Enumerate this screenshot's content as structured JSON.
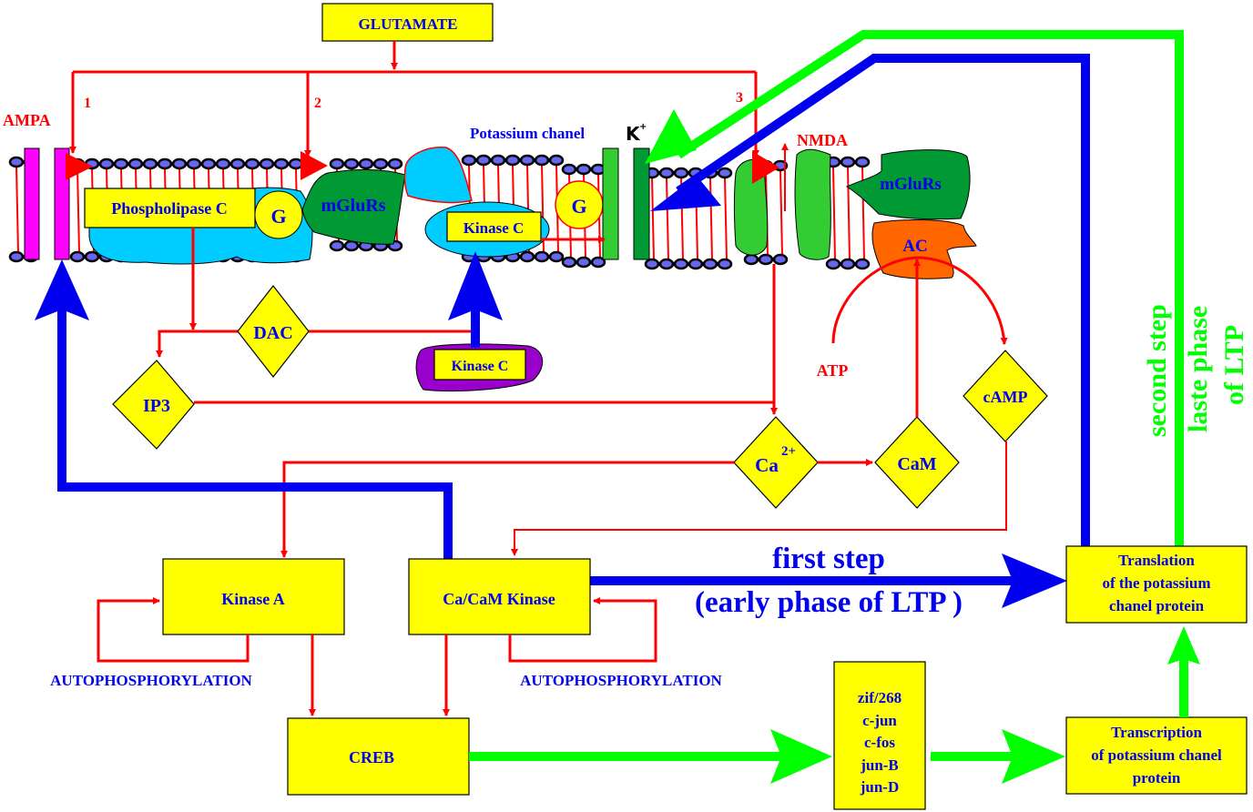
{
  "title": "Glutamate signaling and LTP pathway",
  "nodes": {
    "glutamate": "GLUTAMATE",
    "ampa": "AMPA",
    "nmda": "NMDA",
    "potassium_channel": "Potassium chanel",
    "k_ion": "K",
    "k_charge": "+",
    "phospholipase_c": "Phospholipase C",
    "g_protein": "G",
    "mglurs": "mGluRs",
    "kinase_c_membrane": "Kinase C",
    "kinase_c_cytosol": "Kinase C",
    "ac": "AC",
    "dac": "DAC",
    "ip3": "IP3",
    "ca": "Ca",
    "ca_charge": "2+",
    "cam": "CaM",
    "camp": "cAMP",
    "atp": "ATP",
    "kinase_a": "Kinase A",
    "cacam_kinase": "Ca/CaM Kinase",
    "autophos_1": "AUTOPHOSPHORYLATION",
    "autophos_2": "AUTOPHOSPHORYLATION",
    "creb": "CREB",
    "genes": [
      "zif/268",
      "c-jun",
      "c-fos",
      "jun-B",
      "jun-D"
    ],
    "transcription": [
      "Transcription",
      "of potassium chanel",
      "protein"
    ],
    "translation": [
      "Translation",
      "of the potassium",
      "chanel protein"
    ]
  },
  "pathway_labels": {
    "path_1": "1",
    "path_2": "2",
    "path_3": "3",
    "first_step": "first step",
    "early_phase": "(early phase of LTP )",
    "second_step": "second step",
    "late_phase_1": "laste phase",
    "late_phase_2": "of LTP"
  },
  "colors": {
    "signal": "#ff0000",
    "early_phase": "#0000ee",
    "late_phase": "#00ff00",
    "node_fill": "#ffff00",
    "label_text": "#0000ee",
    "ampa_receptor": "#ff00ff",
    "mglur": "#009933",
    "enzyme": "#00ccff",
    "adenylate_cyclase": "#ff6600",
    "kinase_c_cytosol": "#9900cc"
  }
}
